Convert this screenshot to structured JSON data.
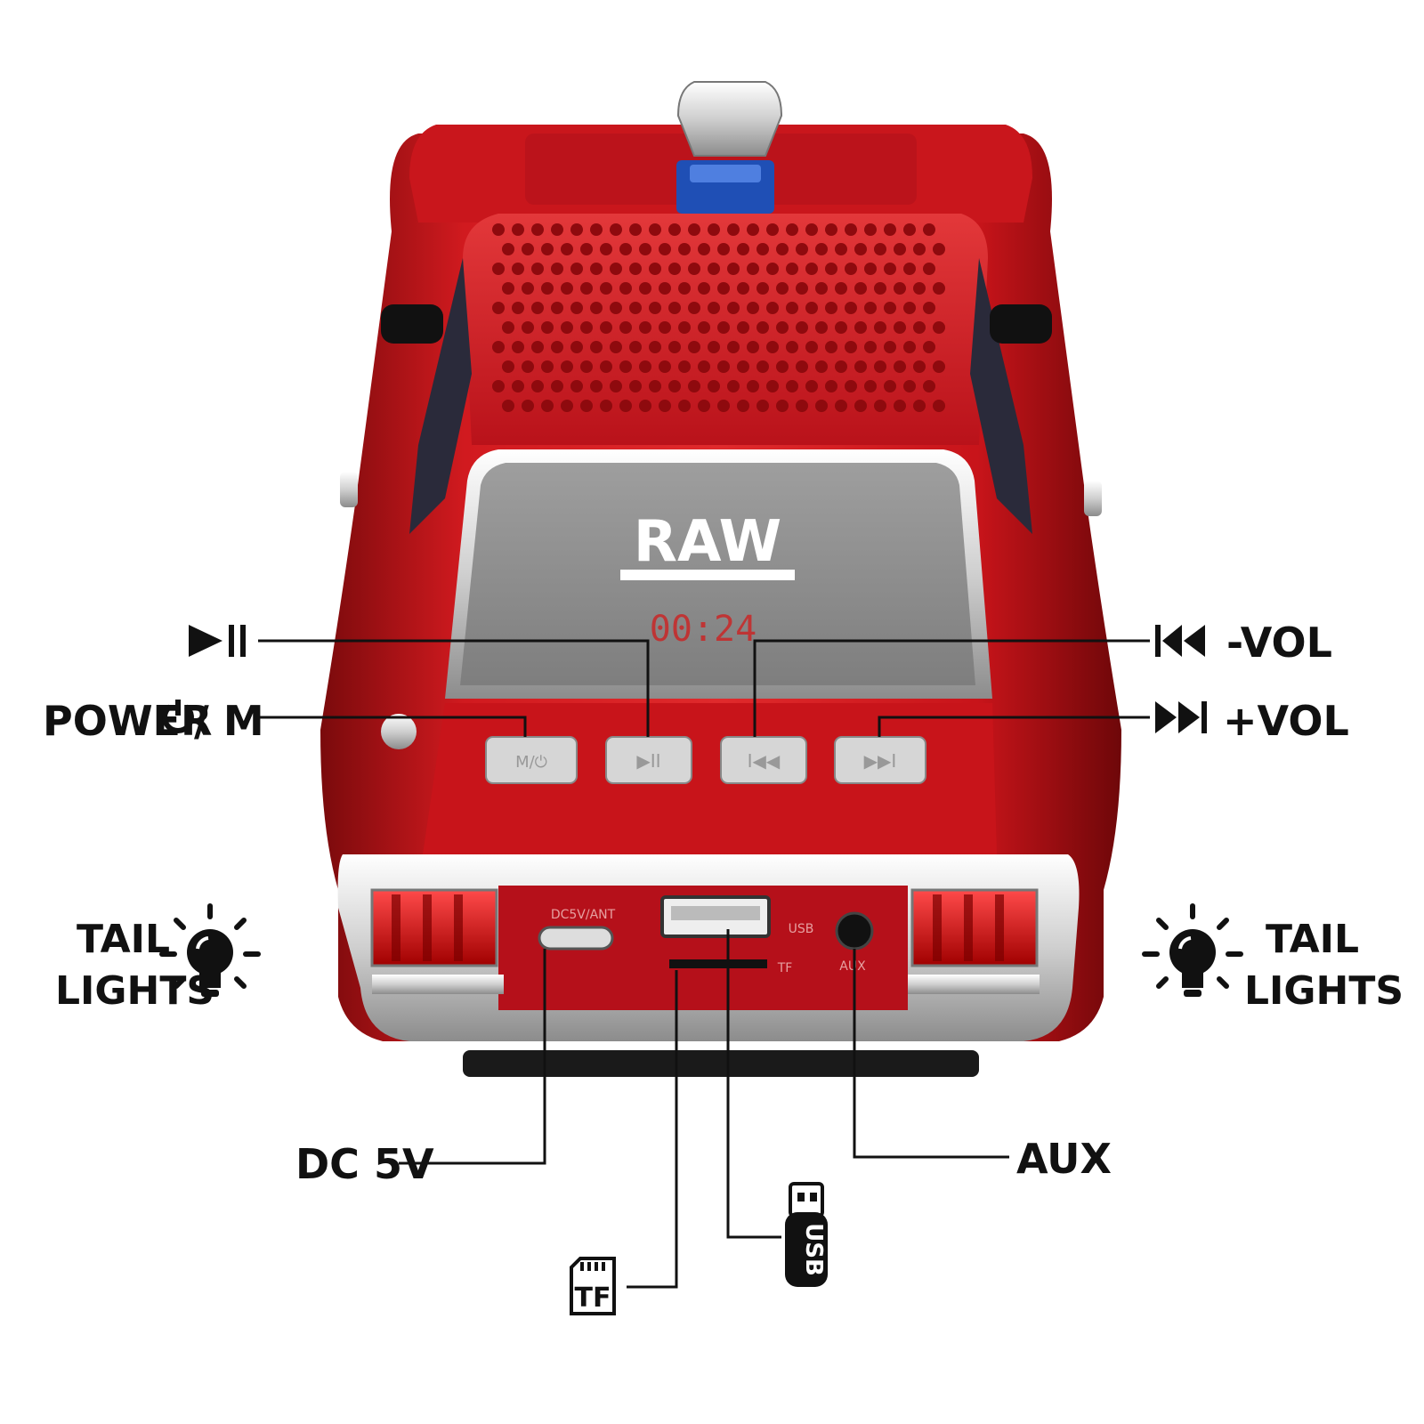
{
  "logo_text": "RAW",
  "display_time": "00:24",
  "labels": {
    "play_pause": "▶II",
    "power": "POWER",
    "power_suffix": " / M",
    "prev": "-VOL",
    "next": "+VOL",
    "tail_lights_left": [
      "TAIL",
      "LIGHTS"
    ],
    "tail_lights_right": [
      "TAIL",
      "LIGHTS"
    ],
    "dc": "DC 5V",
    "aux": "AUX",
    "tf": "TF",
    "usb": "USB"
  },
  "body_marks": {
    "dc_port": "DC5V/ANT",
    "usb_port": "USB",
    "tf_port": "TF",
    "aux_port": "AUX"
  },
  "colors": {
    "car_red": "#c8141a",
    "car_dark": "#8e0a0e",
    "chrome": "#d9d9d9",
    "blue": "#1f4fb5",
    "line": "#111111"
  },
  "icons": [
    "play-pause-icon",
    "power-icon",
    "previous-track-icon",
    "next-track-icon",
    "light-bulb-icon",
    "usb-drive-icon",
    "tf-card-icon"
  ]
}
